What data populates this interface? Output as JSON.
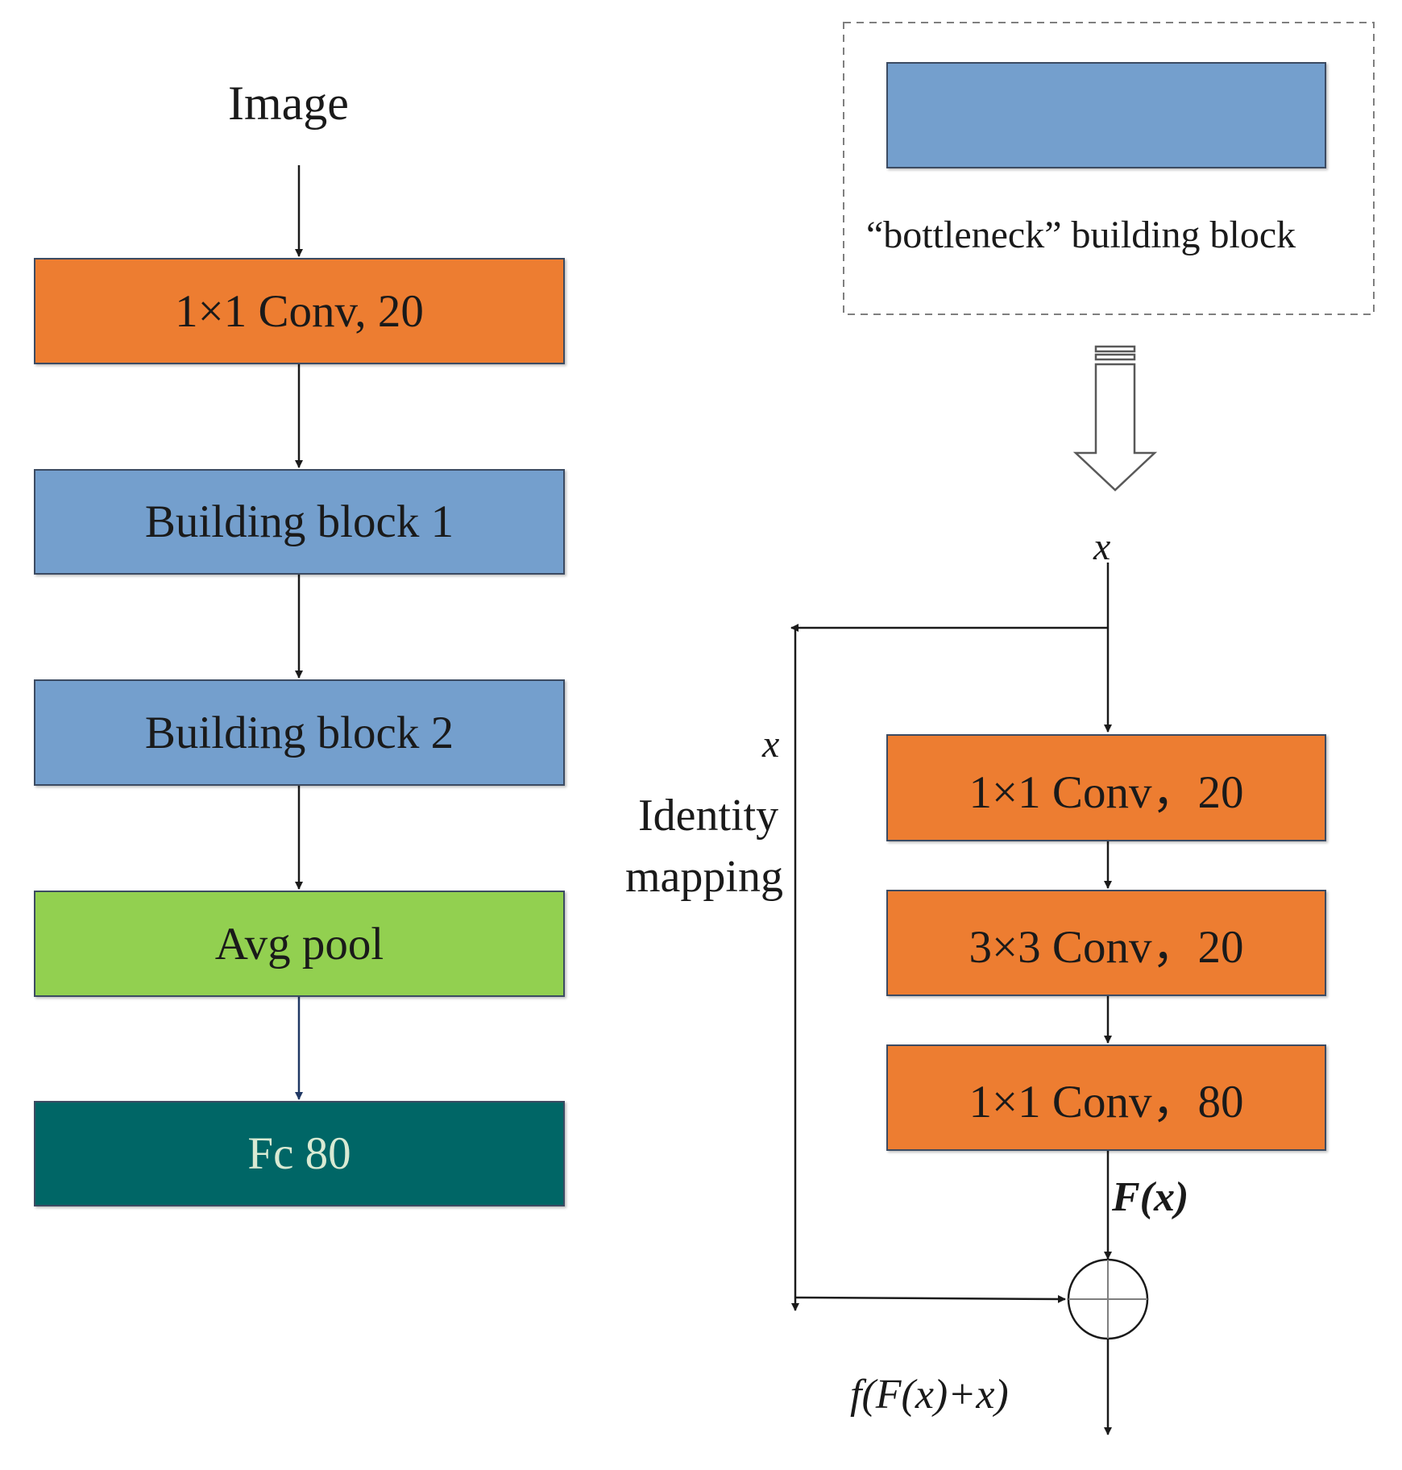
{
  "colors": {
    "conv": "#ed7d31",
    "building_block": "#749fcd",
    "pool": "#92d050",
    "fc": "#006666",
    "line": "#1a1a1a",
    "pool_to_fc_arrow": "#203864"
  },
  "left_pipeline": {
    "input_label": "Image",
    "blocks": [
      {
        "label": "1×1 Conv, 20"
      },
      {
        "label": "Building block 1"
      },
      {
        "label": "Building block 2"
      },
      {
        "label": "Avg pool"
      },
      {
        "label": "Fc 80"
      }
    ]
  },
  "legend": {
    "caption": "“bottleneck” building block"
  },
  "residual_block": {
    "input_label": "x",
    "shortcut_x_label": "x",
    "identity_label_line1": "Identity",
    "identity_label_line2": "mapping",
    "convs": [
      {
        "label": "1×1 Conv，20"
      },
      {
        "label": "3×3 Conv，20"
      },
      {
        "label": "1×1 Conv，80"
      }
    ],
    "residual_label": "F(x)",
    "output_label": "f(F(x)+x)"
  }
}
